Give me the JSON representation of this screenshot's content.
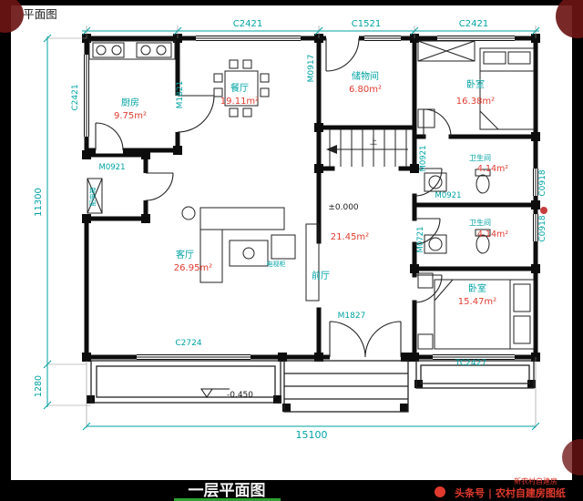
{
  "colors": {
    "paper": "#ffffff",
    "ink": "#111111",
    "cyan": "#00a3a3",
    "red": "#e23b30",
    "stamp": "#6e1515",
    "green": "#2ea12e",
    "brand_red": "#e0392e"
  },
  "titles": {
    "corner": "平面图",
    "bottom": "一层平面图"
  },
  "brand": {
    "small": "新农村自建房",
    "main": "头条号 | 农村自建房图纸"
  },
  "dims": {
    "top_1": "C2421",
    "top_2": "C1521",
    "top_3": "C2421",
    "left_total": "11300",
    "left_porch": "1280",
    "bottom_total": "15100"
  },
  "levels": {
    "zero": "±0.000",
    "porch": "-0.450"
  },
  "rooms": {
    "kitchen": {
      "name": "厨房",
      "area": "9.75m²"
    },
    "dining": {
      "name": "餐厅",
      "area": "19.11m²"
    },
    "storage": {
      "name": "储物间",
      "area": "6.80m²"
    },
    "bedroom1": {
      "name": "卧室",
      "area": "16.38m²"
    },
    "living": {
      "name": "客厅",
      "area": "26.95m²"
    },
    "hall": {
      "name": "前厅",
      "area": "21.45m²"
    },
    "bath1": {
      "name": "卫生间",
      "area": "4.14m²"
    },
    "bath2": {
      "name": "卫生间",
      "area": "4.14m²"
    },
    "bedroom2": {
      "name": "卧室",
      "area": "15.47m²"
    }
  },
  "openings": {
    "c2421_left": "C2421",
    "m1821": "M1821",
    "m0917": "M0917",
    "m0921_side": "M0921",
    "m0921_bed1": "M0921",
    "m0921_bath1": "M0921",
    "m0721_bath2": "M0721",
    "m1827_entry": "M1827",
    "c2724": "C2724",
    "tc2427": "TC2427",
    "c0918_a": "C0918",
    "c0918_b": "C0918"
  },
  "annotations": {
    "power_box": "配电箱",
    "tv_cabinet": "电视柜",
    "stairs_up": "上"
  }
}
